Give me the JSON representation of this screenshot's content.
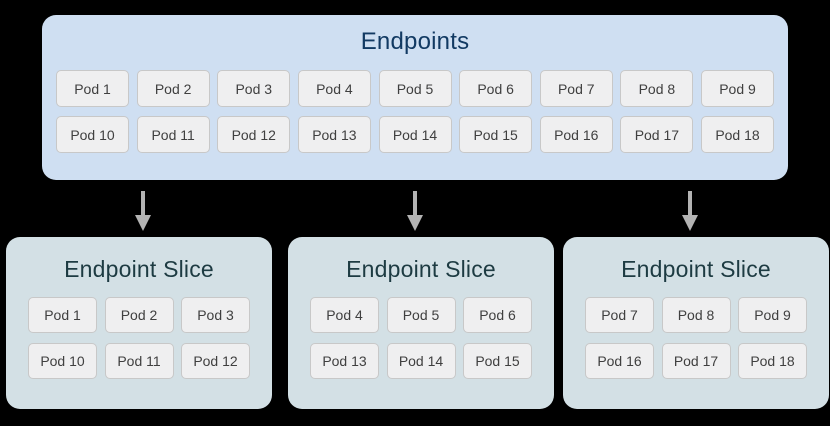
{
  "diagram": {
    "background_color": "#000000",
    "endpoints": {
      "title": "Endpoints",
      "panel_color": "#cfdff2",
      "title_color": "#123a63",
      "rows": [
        [
          "Pod 1",
          "Pod 2",
          "Pod 3",
          "Pod 4",
          "Pod 5",
          "Pod 6",
          "Pod 7",
          "Pod 8",
          "Pod 9"
        ],
        [
          "Pod 10",
          "Pod 11",
          "Pod 12",
          "Pod 13",
          "Pod 14",
          "Pod 15",
          "Pod 16",
          "Pod 17",
          "Pod 18"
        ]
      ]
    },
    "arrows": {
      "count": 3,
      "color": "#b3b3b3",
      "direction": "down"
    },
    "slices": [
      {
        "title": "Endpoint Slice",
        "panel_color": "#d3e0e5",
        "title_color": "#1d3b42",
        "rows": [
          [
            "Pod 1",
            "Pod 2",
            "Pod 3"
          ],
          [
            "Pod 10",
            "Pod 11",
            "Pod 12"
          ]
        ]
      },
      {
        "title": "Endpoint Slice",
        "panel_color": "#d3e0e5",
        "title_color": "#1d3b42",
        "rows": [
          [
            "Pod 4",
            "Pod 5",
            "Pod 6"
          ],
          [
            "Pod 13",
            "Pod 14",
            "Pod 15"
          ]
        ]
      },
      {
        "title": "Endpoint Slice",
        "panel_color": "#d3e0e5",
        "title_color": "#1d3b42",
        "rows": [
          [
            "Pod 7",
            "Pod 8",
            "Pod 9"
          ],
          [
            "Pod 16",
            "Pod 17",
            "Pod 18"
          ]
        ]
      }
    ],
    "chip_style": {
      "background": "#efeff0",
      "border": "#c8c8c8",
      "text_color": "#3f3f3f"
    }
  }
}
